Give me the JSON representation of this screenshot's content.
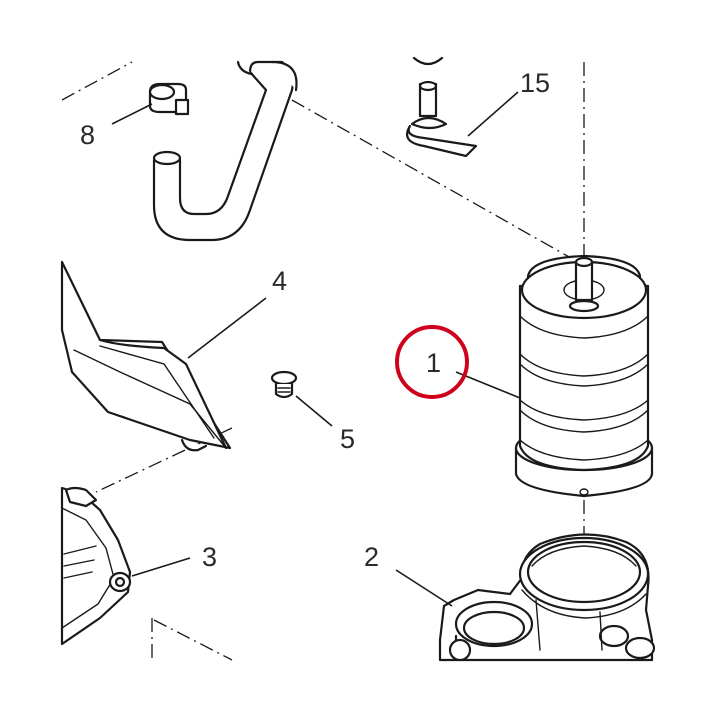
{
  "callouts": {
    "c1": "1",
    "c2": "2",
    "c3": "3",
    "c4": "4",
    "c5": "5",
    "c8": "8",
    "c15": "15"
  },
  "colors": {
    "highlight": "#d0021b",
    "line": "#1a1a1a"
  }
}
